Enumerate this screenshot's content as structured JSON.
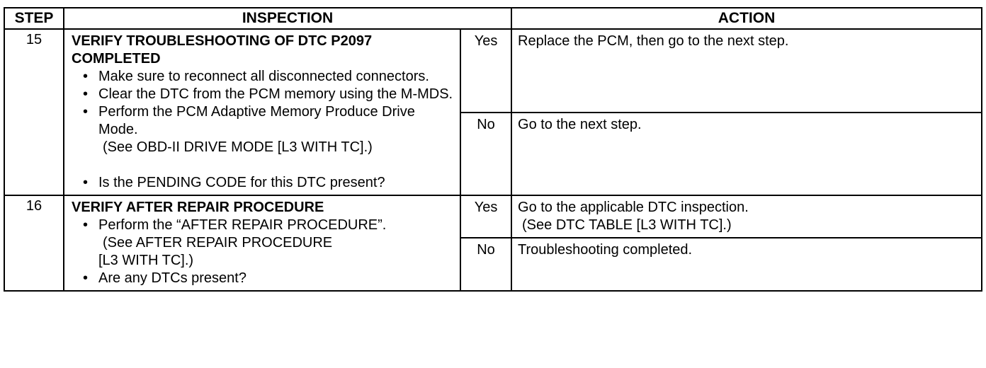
{
  "header": {
    "step": "STEP",
    "inspection": "INSPECTION",
    "action": "ACTION"
  },
  "rows": [
    {
      "step": "15",
      "title_line1": "VERIFY TROUBLESHOOTING OF DTC P2097",
      "title_line2": "COMPLETED",
      "bullets": [
        "Make sure to reconnect all disconnected connectors.",
        "Clear the DTC from the PCM memory using the M-MDS.",
        "Perform the PCM Adaptive Memory Produce Drive Mode.",
        "Is the PENDING CODE for this DTC present?"
      ],
      "see": "(See OBD-II DRIVE MODE [L3 WITH TC].)",
      "yes_label": "Yes",
      "yes_action": "Replace the PCM, then go to the next step.",
      "no_label": "No",
      "no_action": "Go to the next step."
    },
    {
      "step": "16",
      "title_line1": "VERIFY AFTER REPAIR PROCEDURE",
      "bullets": [
        "Perform the “AFTER REPAIR PROCEDURE”.",
        "Are any DTCs present?"
      ],
      "see_line1": "(See AFTER REPAIR PROCEDURE",
      "see_line2": "[L3 WITH TC].)",
      "yes_label": "Yes",
      "yes_action": "Go to the applicable DTC inspection.",
      "yes_see": "(See DTC TABLE [L3 WITH TC].)",
      "no_label": "No",
      "no_action": "Troubleshooting completed."
    }
  ]
}
